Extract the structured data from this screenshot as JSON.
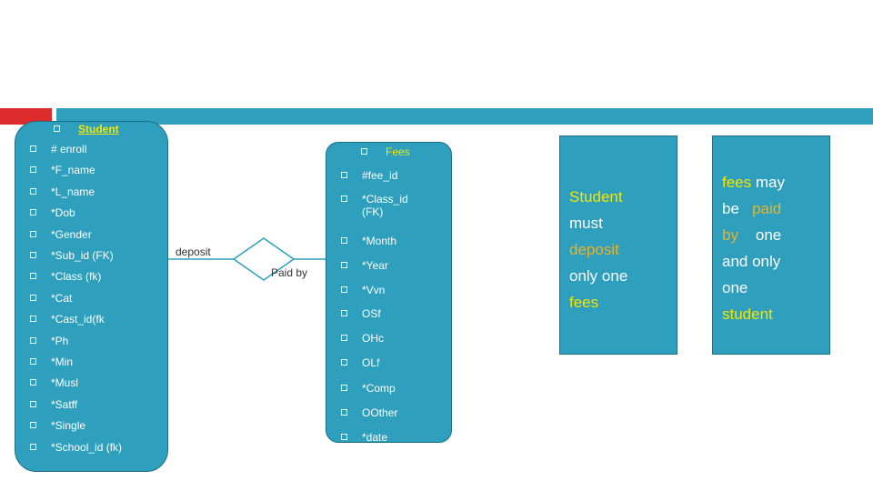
{
  "student": {
    "title": "Student",
    "attributes": [
      "# enroll",
      "*F_name",
      "*L_name",
      "*Dob",
      "*Gender",
      "*Sub_id (FK)",
      "*Class (fk)",
      "*Cat",
      "*Cast_id(fk",
      "*Ph",
      "*Min",
      "*Musl",
      "*Satff",
      "*Single",
      "*School_id (fk)"
    ]
  },
  "fees": {
    "title": "Fees",
    "attributes": [
      "#fee_id",
      "*Class_id (FK)",
      "*Month",
      "*Year",
      "*Vvn",
      "OSf",
      "OHc",
      "OLf",
      "*Comp",
      "OOther",
      "*date"
    ]
  },
  "relationship": {
    "deposit_label": "deposit",
    "paid_by_label": "Paid by"
  },
  "notes": {
    "note1": {
      "w1": "Student",
      "w2": "must",
      "w3": "deposit",
      "w4": "only one",
      "w5": "fees"
    },
    "note2": {
      "w1": "fees",
      "w2": "may",
      "w3": "be",
      "w4": "paid",
      "w5": "by",
      "w6": "one",
      "w7": "and only",
      "w8": "one",
      "w9": "student"
    }
  },
  "colors": {
    "accent_red": "#dd2b2b",
    "accent_teal": "#2e9fbd",
    "highlight_yellow": "#f5e600",
    "highlight_gold": "#e8b32a"
  }
}
